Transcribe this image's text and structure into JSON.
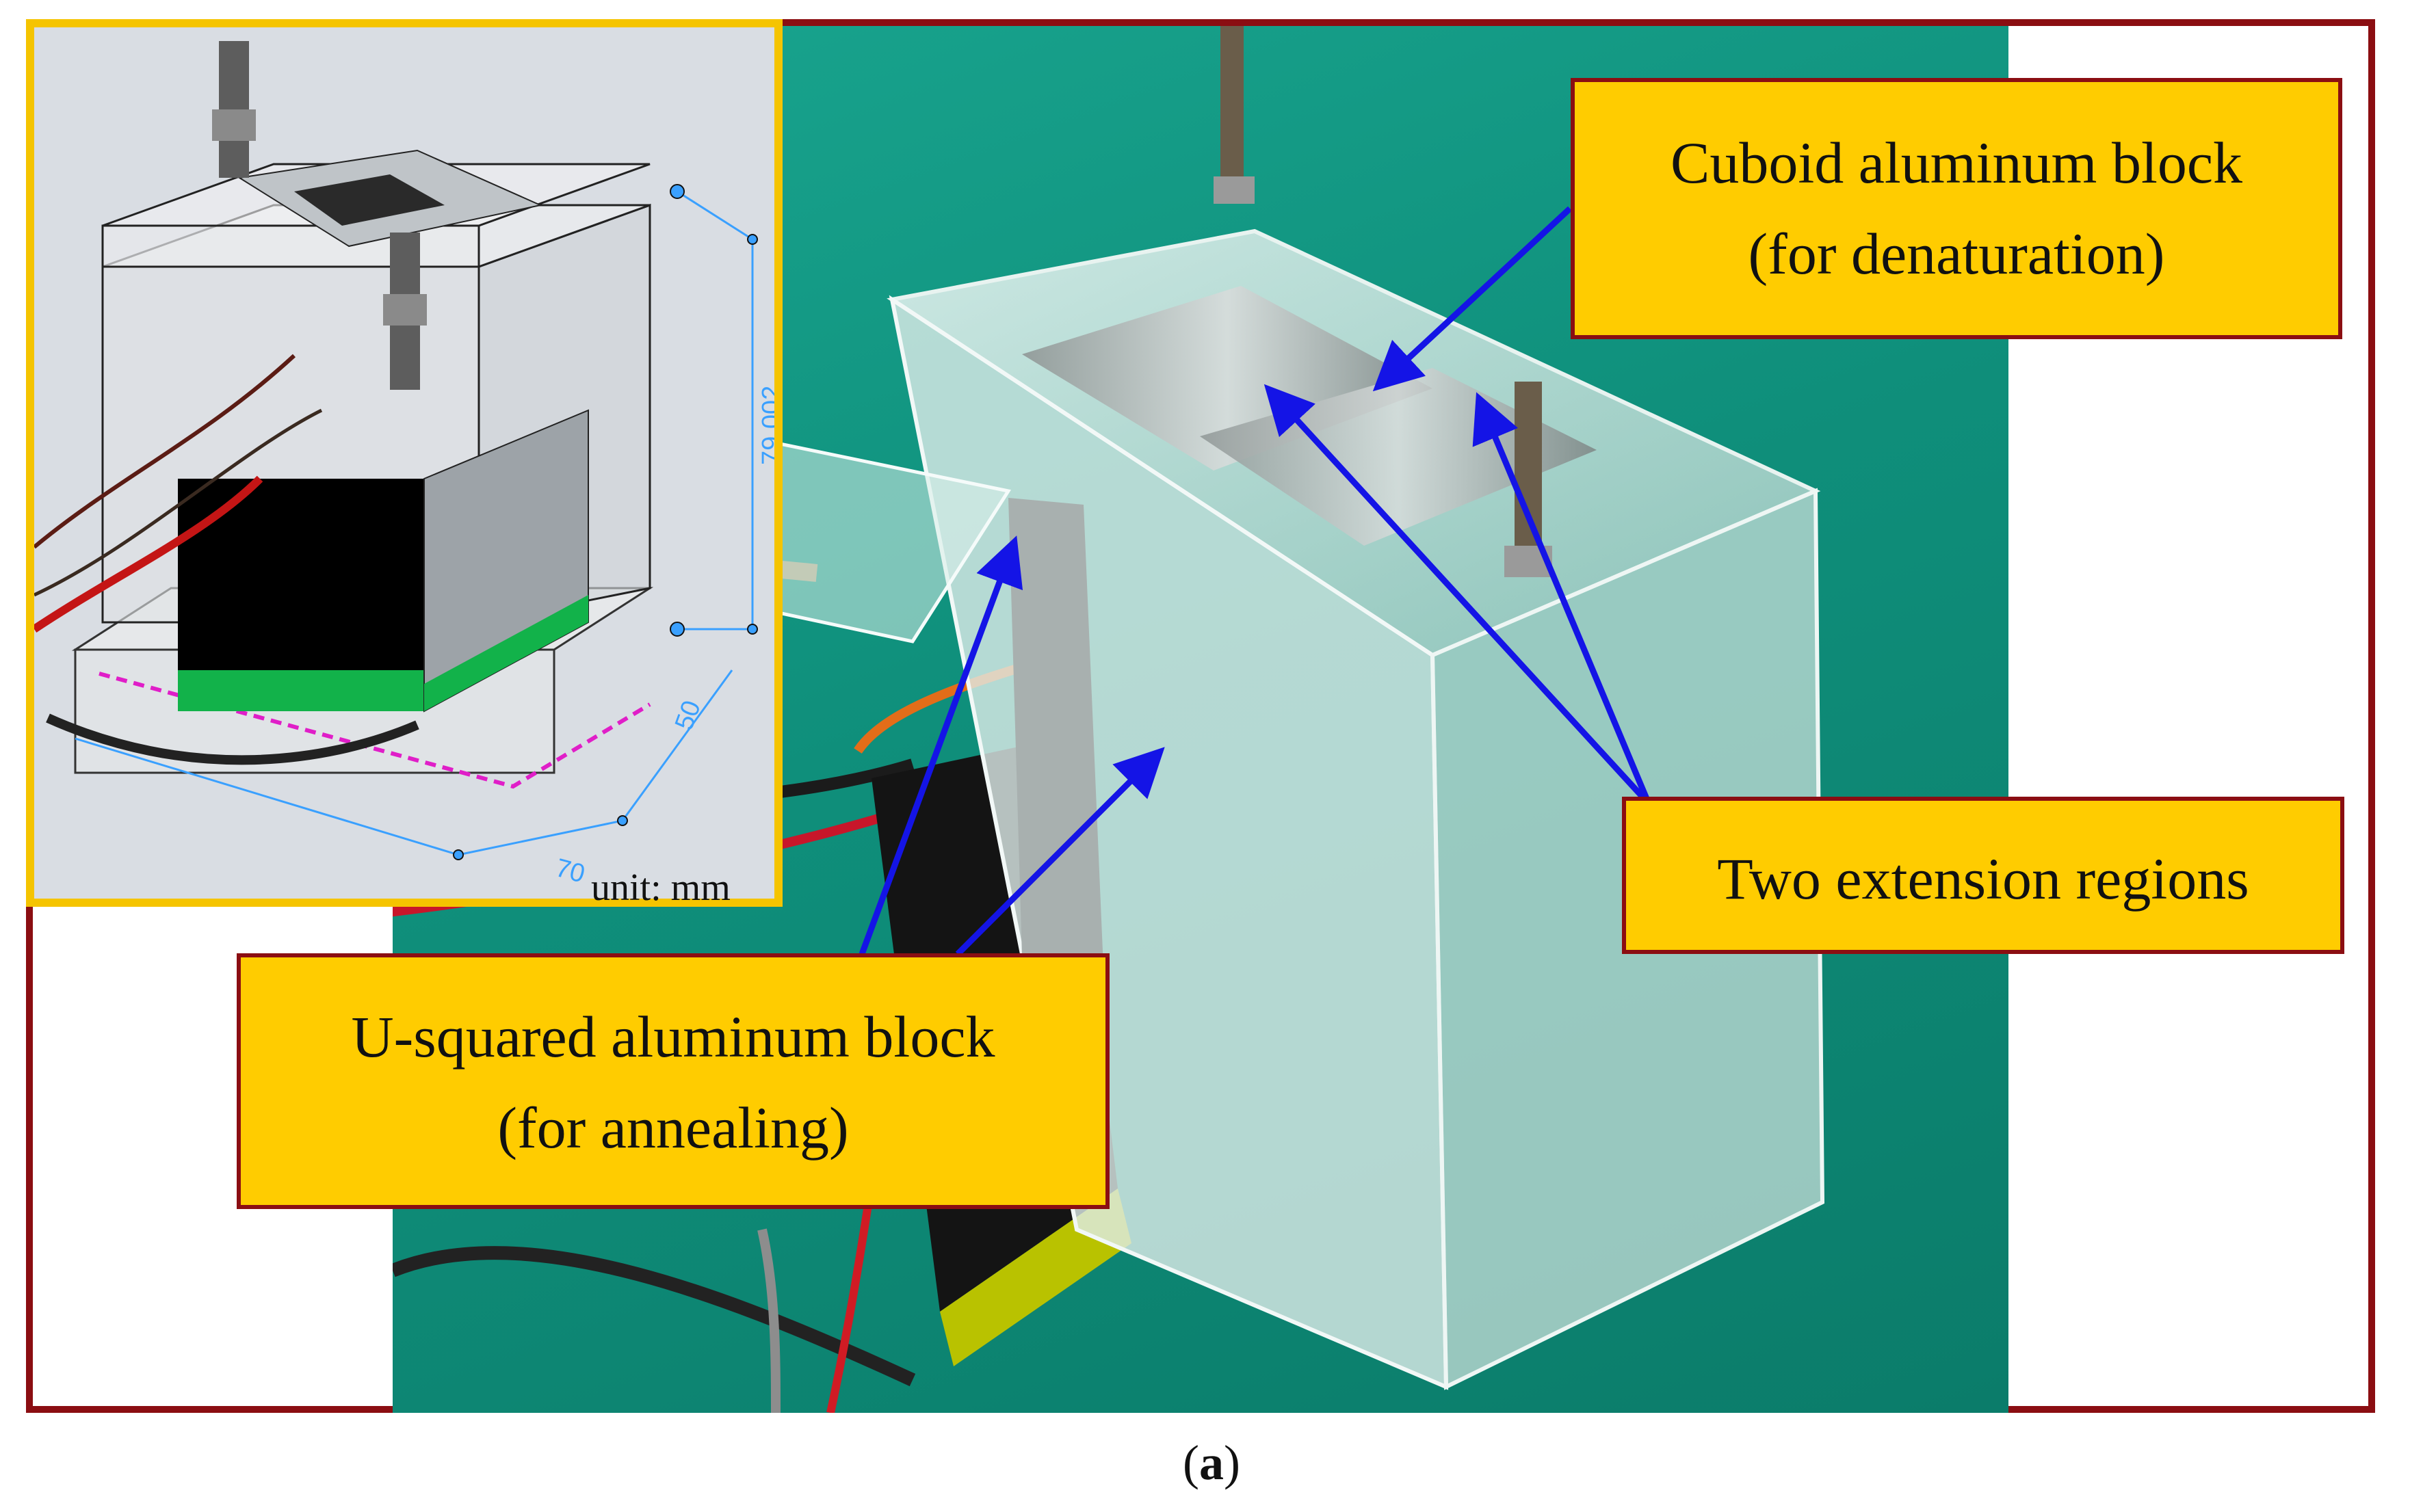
{
  "callouts": {
    "cuboid": {
      "line1": "Cuboid aluminum block",
      "line2": "(for denaturation)"
    },
    "extension": {
      "line1": "Two extension regions"
    },
    "usquared": {
      "line1": "U-squared aluminum block",
      "line2": "(for annealing)"
    }
  },
  "inset": {
    "dimensions": {
      "height": "79.002",
      "depth": "50",
      "width": "70"
    },
    "unit_label": "unit: mm"
  },
  "caption": {
    "open": "(",
    "letter": "a",
    "close": ")"
  },
  "colors": {
    "frame": "#8b0e12",
    "callout_fill": "#ffcc00",
    "inset_border": "#f5c400",
    "arrow": "#1414e6",
    "dimension_line": "#3aa0ff",
    "background_cloth": "#12977f"
  }
}
